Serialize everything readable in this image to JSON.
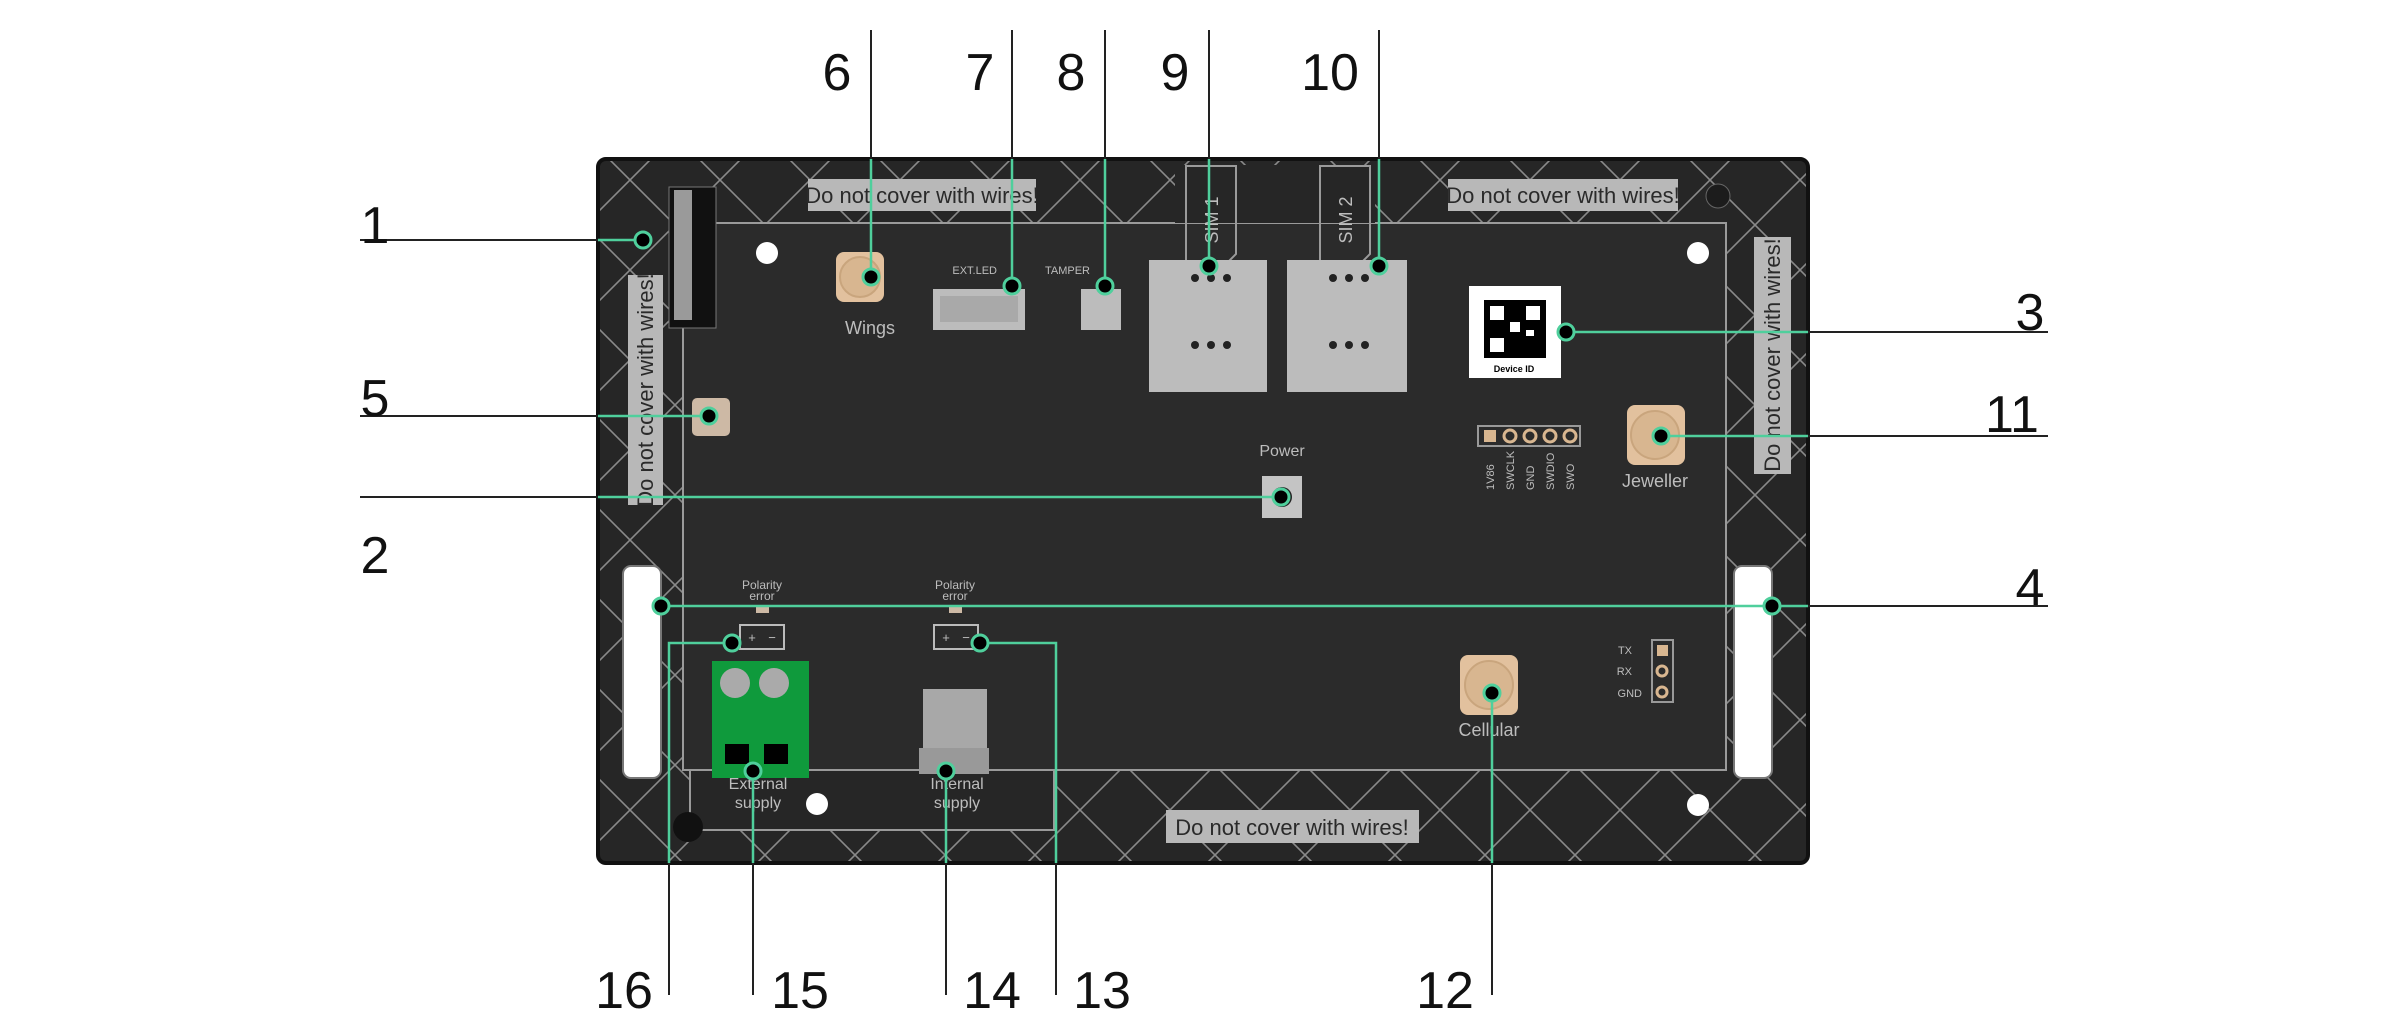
{
  "callouts": [
    "1",
    "2",
    "3",
    "4",
    "5",
    "6",
    "7",
    "8",
    "9",
    "10",
    "11",
    "12",
    "13",
    "14",
    "15",
    "16"
  ],
  "warning_label": "Do not cover with wires!",
  "sim_labels": [
    "SIM 1",
    "SIM 2"
  ],
  "silkscreen": {
    "wings": "Wings",
    "ext_led": "EXT.LED",
    "tamper": "TAMPER",
    "power": "Power",
    "jeweller": "Jeweller",
    "cellular": "Cellular",
    "device_id": "Device ID",
    "polarity_error": [
      "Polarity",
      "error"
    ],
    "external_supply": [
      "External",
      "supply"
    ],
    "internal_supply": [
      "Internal",
      "supply"
    ],
    "debug_pins": [
      "1V86",
      "SWCLK",
      "GND",
      "SWDIO",
      "SWO"
    ],
    "uart_pins": [
      "TX",
      "RX",
      "GND"
    ],
    "battery_plus": "+",
    "battery_minus": "−"
  },
  "colors": {
    "board": "#242424",
    "callout_line_inside": "#4fcf9c",
    "callout_line_outside": "#222222",
    "antenna": "#e2c19e",
    "terminal_block": "#0f9a3c",
    "warning_label_bg": "#b8b8b8"
  }
}
